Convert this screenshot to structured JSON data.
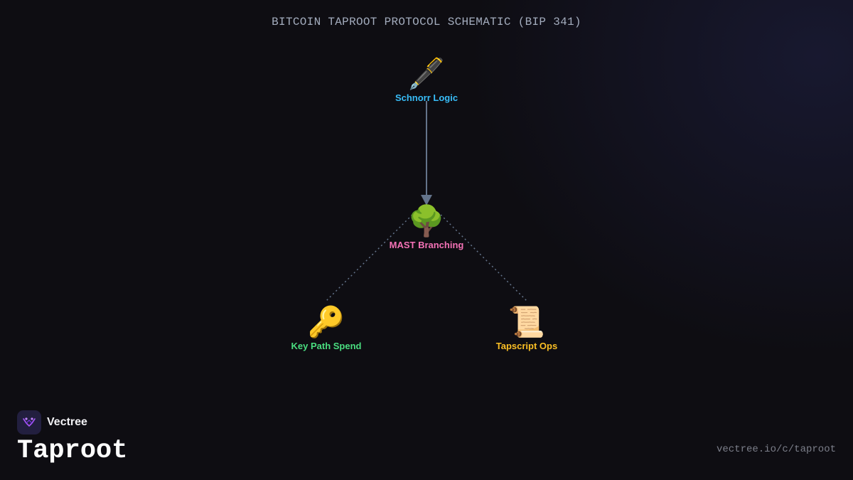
{
  "header": {
    "title": "BITCOIN TAPROOT PROTOCOL SCHEMATIC (BIP 341)"
  },
  "diagram": {
    "nodes": [
      {
        "id": "schnorr",
        "icon": "🖋️",
        "icon_name": "fountain-pen-icon",
        "label": "Schnorr Logic",
        "color": "#38bdf8"
      },
      {
        "id": "mast",
        "icon": "🌳",
        "icon_name": "tree-icon",
        "label": "MAST Branching",
        "color": "#f472b6"
      },
      {
        "id": "keypath",
        "icon": "🔑",
        "icon_name": "key-icon",
        "label": "Key Path Spend",
        "color": "#4ade80"
      },
      {
        "id": "tapscript",
        "icon": "📜",
        "icon_name": "scroll-icon",
        "label": "Tapscript Ops",
        "color": "#fbbf24"
      }
    ],
    "edges": [
      {
        "from": "schnorr",
        "to": "mast",
        "style": "solid-arrow"
      },
      {
        "from": "mast",
        "to": "keypath",
        "style": "dotted"
      },
      {
        "from": "mast",
        "to": "tapscript",
        "style": "dotted"
      }
    ]
  },
  "footer": {
    "brand_name": "Vectree",
    "page_title": "Taproot",
    "url": "vectree.io/c/taproot"
  }
}
